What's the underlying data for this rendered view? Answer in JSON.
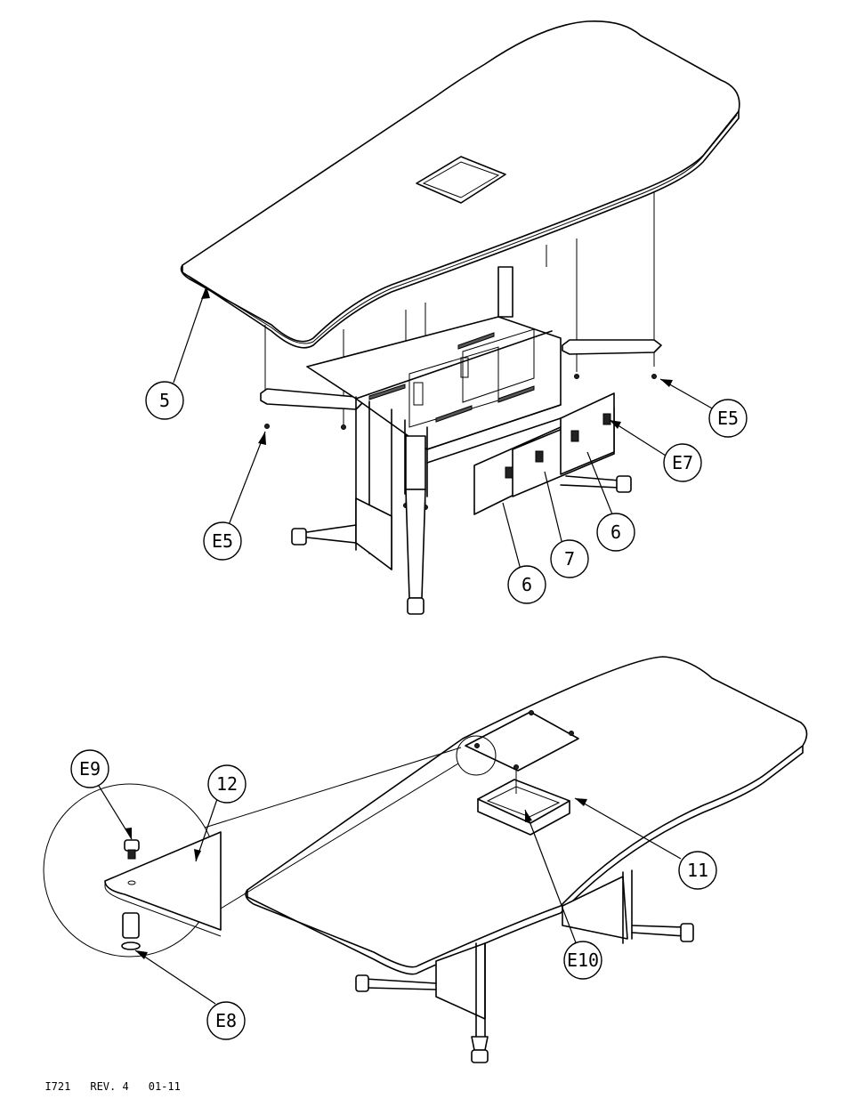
{
  "callouts": {
    "c5": "5",
    "c6a": "6",
    "c6b": "6",
    "c7": "7",
    "cE5a": "E5",
    "cE5b": "E5",
    "cE7": "E7",
    "cE8": "E8",
    "cE9": "E9",
    "cE10": "E10",
    "c11": "11",
    "c12": "12"
  },
  "footer": {
    "part_number": "I721",
    "revision": "REV. 4",
    "date": "01-11"
  }
}
